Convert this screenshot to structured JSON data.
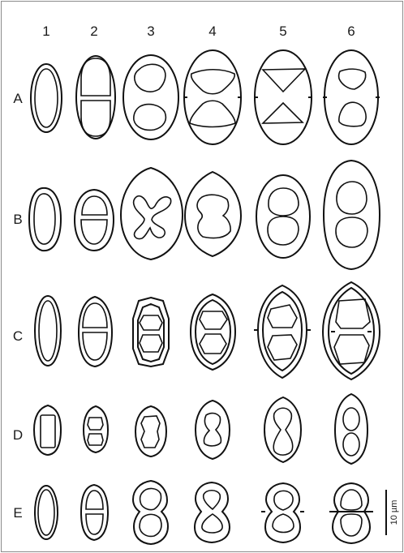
{
  "columns": [
    "1",
    "2",
    "3",
    "4",
    "5",
    "6"
  ],
  "rows": [
    "A",
    "B",
    "C",
    "D",
    "E"
  ],
  "scale_bar": {
    "label": "10 µm"
  }
}
